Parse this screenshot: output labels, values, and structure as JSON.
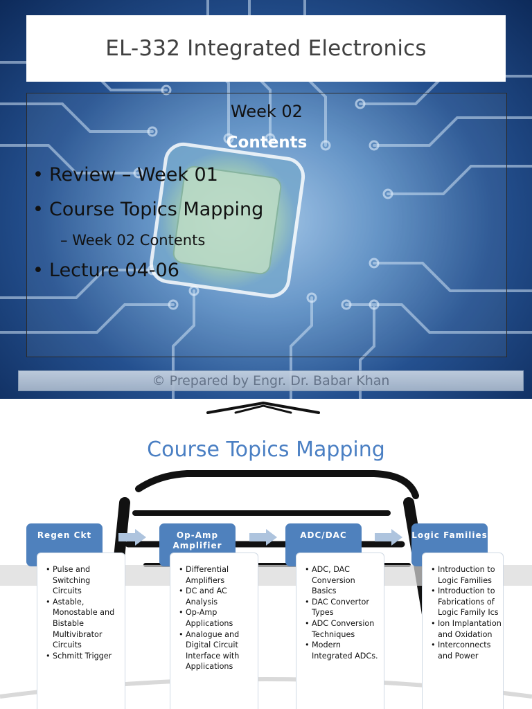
{
  "slide1": {
    "title": "EL-332 Integrated Electronics",
    "week": "Week 02",
    "contents_heading": "Contents",
    "bullets": [
      {
        "text": "Review – Week 01"
      },
      {
        "text": "Course Topics Mapping"
      },
      {
        "text": "Lecture 04-06"
      }
    ],
    "sub_bullet": "Week 02 Contents",
    "footer": "© Prepared by Engr. Dr. Babar Khan"
  },
  "slide2": {
    "title": "Course Topics Mapping",
    "cards": [
      {
        "heading": "Regen Ckt",
        "items": [
          "Pulse and Switching Circuits",
          "Astable, Monostable and Bistable Multivibrator Circuits",
          "Schmitt Trigger"
        ]
      },
      {
        "heading": "Op-Amp Amplifier",
        "items": [
          "Differential Amplifiers",
          "DC and AC Analysis",
          "Op-Amp Applications",
          "Analogue and Digital Circuit Interface with Applications"
        ]
      },
      {
        "heading": "ADC/DAC",
        "items": [
          "ADC, DAC Conversion Basics",
          "DAC Convertor Types",
          "ADC Conversion Techniques",
          "Modern Integrated ADCs."
        ]
      },
      {
        "heading": "Logic Families",
        "items": [
          "Introduction to Logic Families",
          "Introduction to Fabrications of Logic Family Ics",
          "Ion Implantation and Oxidation",
          "Interconnects and Power"
        ]
      }
    ]
  },
  "colors": {
    "accent": "#4f81bd",
    "title_blue": "#4a7fc3"
  }
}
